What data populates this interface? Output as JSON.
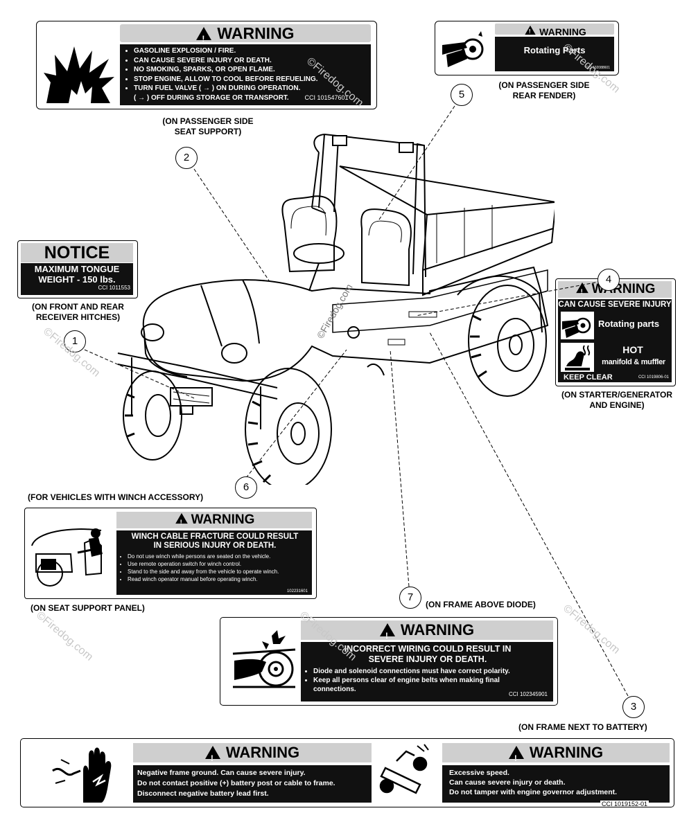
{
  "label_gasoline": {
    "heading": "WARNING",
    "bullets": [
      "GASOLINE EXPLOSION / FIRE.",
      "CAN CAUSE SEVERE INJURY OR DEATH.",
      "NO SMOKING, SPARKS, OR OPEN FLAME.",
      "STOP ENGINE, ALLOW TO COOL BEFORE REFUELING.",
      "TURN FUEL VALVE ( → ) ON DURING OPERATION."
    ],
    "last_line": "( → ) OFF DURING STORAGE OR TRANSPORT.",
    "code": "CCI 101547601",
    "caption_line1": "(ON PASSENGER SIDE",
    "caption_line2": "SEAT SUPPORT)"
  },
  "label_rotating_fender": {
    "heading": "WARNING",
    "text": "Rotating Parts",
    "code": "CCI 102088601",
    "caption_line1": "(ON PASSENGER SIDE",
    "caption_line2": "REAR FENDER)"
  },
  "label_notice": {
    "heading": "NOTICE",
    "line1": "MAXIMUM TONGUE",
    "line2": "WEIGHT - 150 lbs.",
    "code": "CCI 1011553",
    "caption_line1": "(ON FRONT AND REAR",
    "caption_line2": "RECEIVER HITCHES)"
  },
  "label_starter": {
    "heading": "WARNING",
    "subheading": "CAN CAUSE SEVERE INJURY",
    "row1": "Rotating parts",
    "row2_line1": "HOT",
    "row2_line2": "manifold & muffler",
    "footer": "KEEP CLEAR",
    "code": "CCI 1019806-01",
    "caption_line1": "(ON STARTER/GENERATOR",
    "caption_line2": "AND ENGINE)"
  },
  "label_winch": {
    "above_caption": "(FOR VEHICLES WITH WINCH ACCESSORY)",
    "heading": "WARNING",
    "title_line1": "WINCH CABLE FRACTURE COULD RESULT",
    "title_line2": "IN SERIOUS INJURY OR DEATH.",
    "bullets": [
      "Do not use winch while persons are seated on the vehicle.",
      "Use remote operation switch for winch control.",
      "Stand to the side and away from the vehicle to operate winch.",
      "Read winch operator manual before operating winch."
    ],
    "code": "102231601",
    "caption": "(ON SEAT SUPPORT PANEL)"
  },
  "label_wiring": {
    "top_caption": "(ON FRAME ABOVE DIODE)",
    "heading": "WARNING",
    "title_line1": "INCORRECT WIRING COULD RESULT IN",
    "title_line2": "SEVERE INJURY OR DEATH.",
    "bullets": [
      "Diode and solenoid connections must have correct polarity.",
      "Keep all persons clear of engine belts when making final connections."
    ],
    "code": "CCI 102345901"
  },
  "battery_caption": "(ON FRAME NEXT TO BATTERY)",
  "label_battery": {
    "heading": "WARNING",
    "lines": [
      "Negative frame ground.  Can cause severe injury.",
      "Do not contact positive (+) battery post or cable to frame.",
      "Disconnect negative battery lead first."
    ]
  },
  "label_speed": {
    "heading": "WARNING",
    "lines": [
      "Excessive speed.",
      "Can cause severe injury or death.",
      "Do not tamper with engine governor adjustment."
    ],
    "code": "CCI 1019152-01"
  },
  "callouts": [
    "1",
    "2",
    "3",
    "4",
    "5",
    "6",
    "7"
  ],
  "watermark": "©Firedog.com",
  "icons": [
    "explosion-icon",
    "rotating-parts-icon",
    "hot-surface-icon",
    "winch-operator-icon",
    "belt-entanglement-icon",
    "electric-shock-icon",
    "vehicle-rollover-icon"
  ]
}
